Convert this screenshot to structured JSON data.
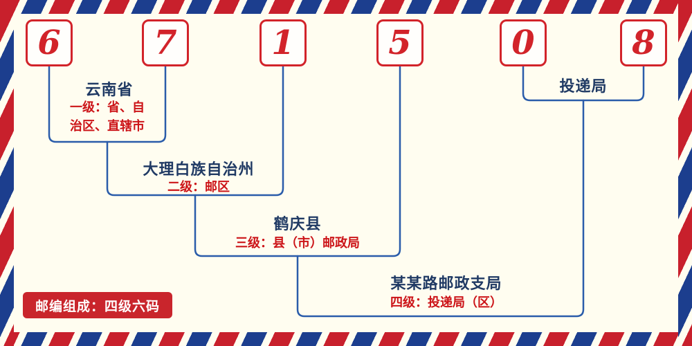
{
  "postal_code": {
    "digits": [
      "6",
      "7",
      "1",
      "5",
      "0",
      "8"
    ]
  },
  "levels": [
    {
      "place": "云南省",
      "desc": "一级：省、自\n治区、直辖市"
    },
    {
      "place": "大理白族自治州",
      "desc": "二级：邮区"
    },
    {
      "place": "鹤庆县",
      "desc": "三级：县（市）邮政局"
    },
    {
      "place": "某某路邮政支局",
      "desc": "四级：投递局（区）"
    }
  ],
  "delivery_office_label": "投递局",
  "composition_badge": "邮编组成：四级六码",
  "colors": {
    "digit_red": "#d2232a",
    "desc_red": "#cc1418",
    "place_dark": "#203a64",
    "line_blue": "#2a5caa",
    "badge_red": "#c9252c",
    "border_red": "#c8202c",
    "border_blue": "#1c3e8e",
    "paper_cream": "#fffdf0"
  }
}
